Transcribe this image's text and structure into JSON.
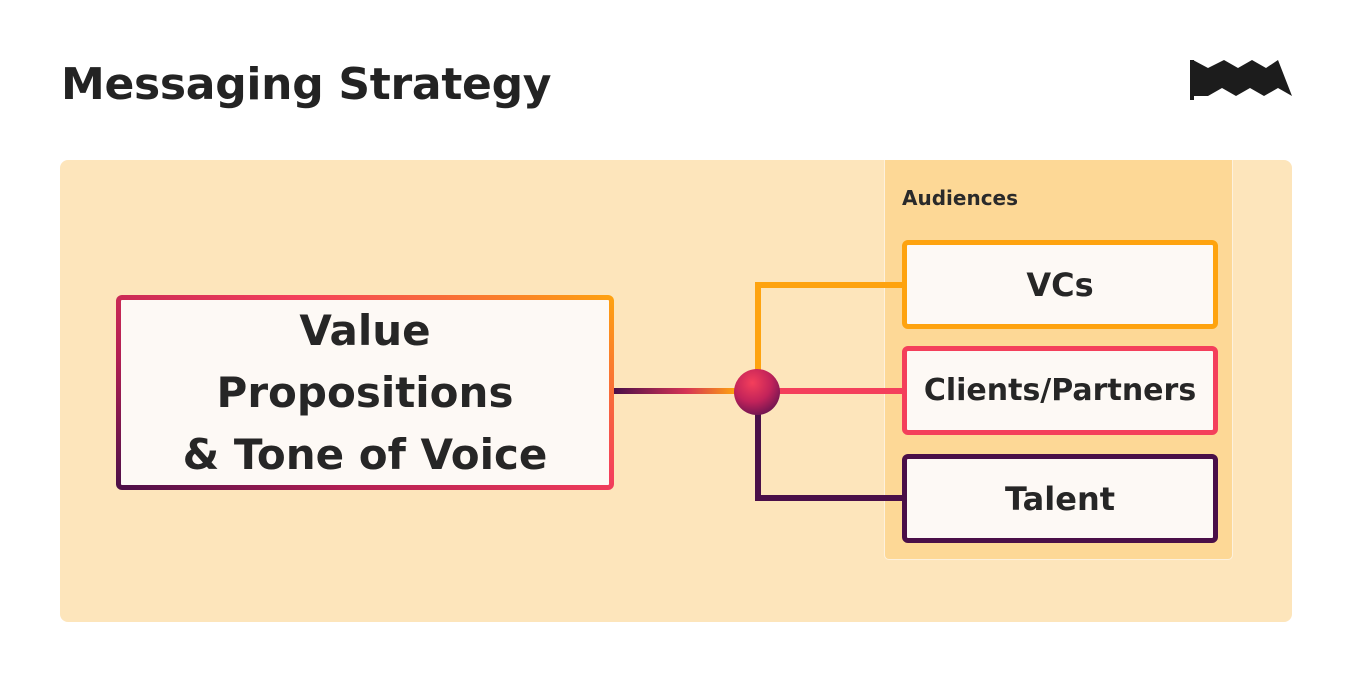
{
  "header": {
    "title": "Messaging Strategy",
    "logo_icon": "flag-logo-icon"
  },
  "diagram": {
    "source": {
      "label": "Value Propositions\n& Tone of Voice"
    },
    "audiences": {
      "heading": "Audiences",
      "items": [
        {
          "label": "VCs",
          "color": "#fea30f"
        },
        {
          "label": "Clients/Partners",
          "color": "#f43f5b"
        },
        {
          "label": "Talent",
          "color": "#4a0f48"
        }
      ]
    }
  },
  "colors": {
    "panel_background": "#fde5bb",
    "audiences_column": "#fdd896",
    "node_gradient": [
      "#f43f5b",
      "#7a1750"
    ]
  }
}
